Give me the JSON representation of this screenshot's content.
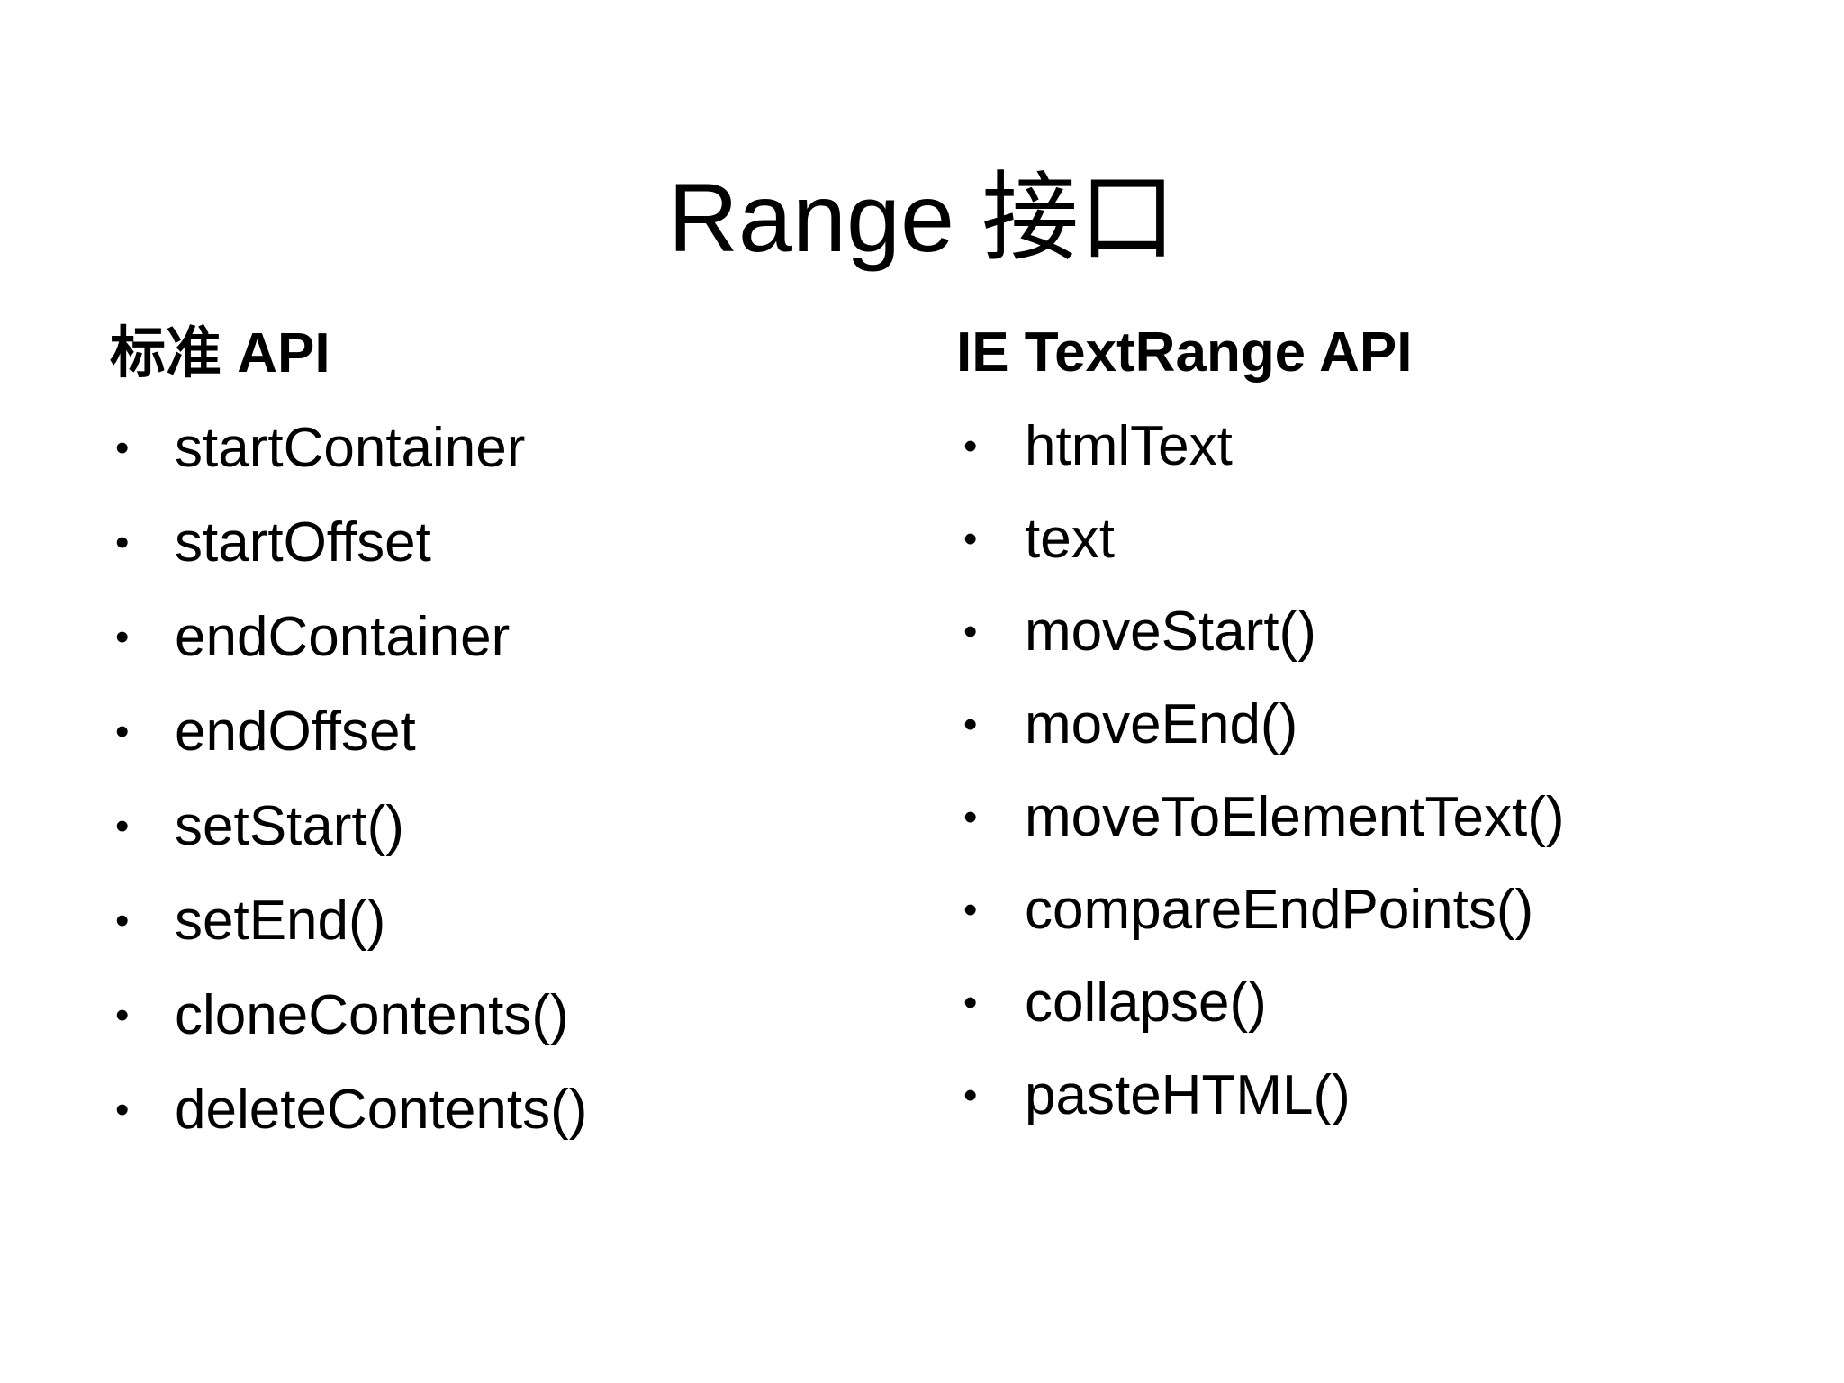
{
  "slide": {
    "title_latin": "Range",
    "title_cjk": "接口",
    "background_color": "#ffffff",
    "text_color": "#000000",
    "bullet_glyph": "•"
  },
  "columns": [
    {
      "id": "standard-api",
      "heading_cjk": "标准",
      "heading_latin": "API",
      "items": [
        "startContainer",
        "startOffset",
        "endContainer",
        "endOffset",
        "setStart()",
        "setEnd()",
        "cloneContents()",
        "deleteContents()"
      ]
    },
    {
      "id": "ie-textrange-api",
      "heading_cjk": "",
      "heading_latin": "IE TextRange API",
      "items": [
        "htmlText",
        "text",
        "moveStart()",
        "moveEnd()",
        "moveToElementText()",
        "compareEndPoints()",
        "collapse()",
        "pasteHTML()"
      ]
    }
  ]
}
